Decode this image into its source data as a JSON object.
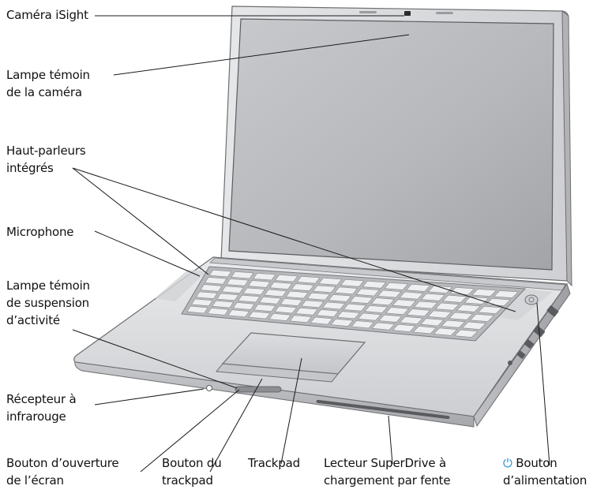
{
  "diagram": {
    "labels": {
      "camera": {
        "lines": [
          "Caméra iSight"
        ]
      },
      "camera_lamp": {
        "lines": [
          "Lampe témoin",
          "de la caméra"
        ]
      },
      "speakers": {
        "lines": [
          "Haut-parleurs",
          "intégrés"
        ]
      },
      "microphone": {
        "lines": [
          "Microphone"
        ]
      },
      "sleep_lamp": {
        "lines": [
          "Lampe témoin",
          "de suspension",
          "d’activité"
        ]
      },
      "ir_receiver": {
        "lines": [
          "Récepteur à",
          "infrarouge"
        ]
      },
      "display_release": {
        "lines": [
          "Bouton d’ouverture",
          "de l’écran"
        ]
      },
      "trackpad_button": {
        "lines": [
          "Bouton du",
          "trackpad"
        ]
      },
      "trackpad": {
        "lines": [
          "Trackpad"
        ]
      },
      "superdrive": {
        "lines": [
          "Lecteur SuperDrive à",
          "chargement par fente"
        ]
      },
      "power_button": {
        "glyph": "⏻",
        "lines": [
          "Bouton",
          "d’alimentation"
        ]
      }
    },
    "colors": {
      "accent_power": "#1e8fd6",
      "leader_line": "#1a1a1a",
      "body_metal": "#d9dadc",
      "screen": "#b9bbbe"
    }
  }
}
